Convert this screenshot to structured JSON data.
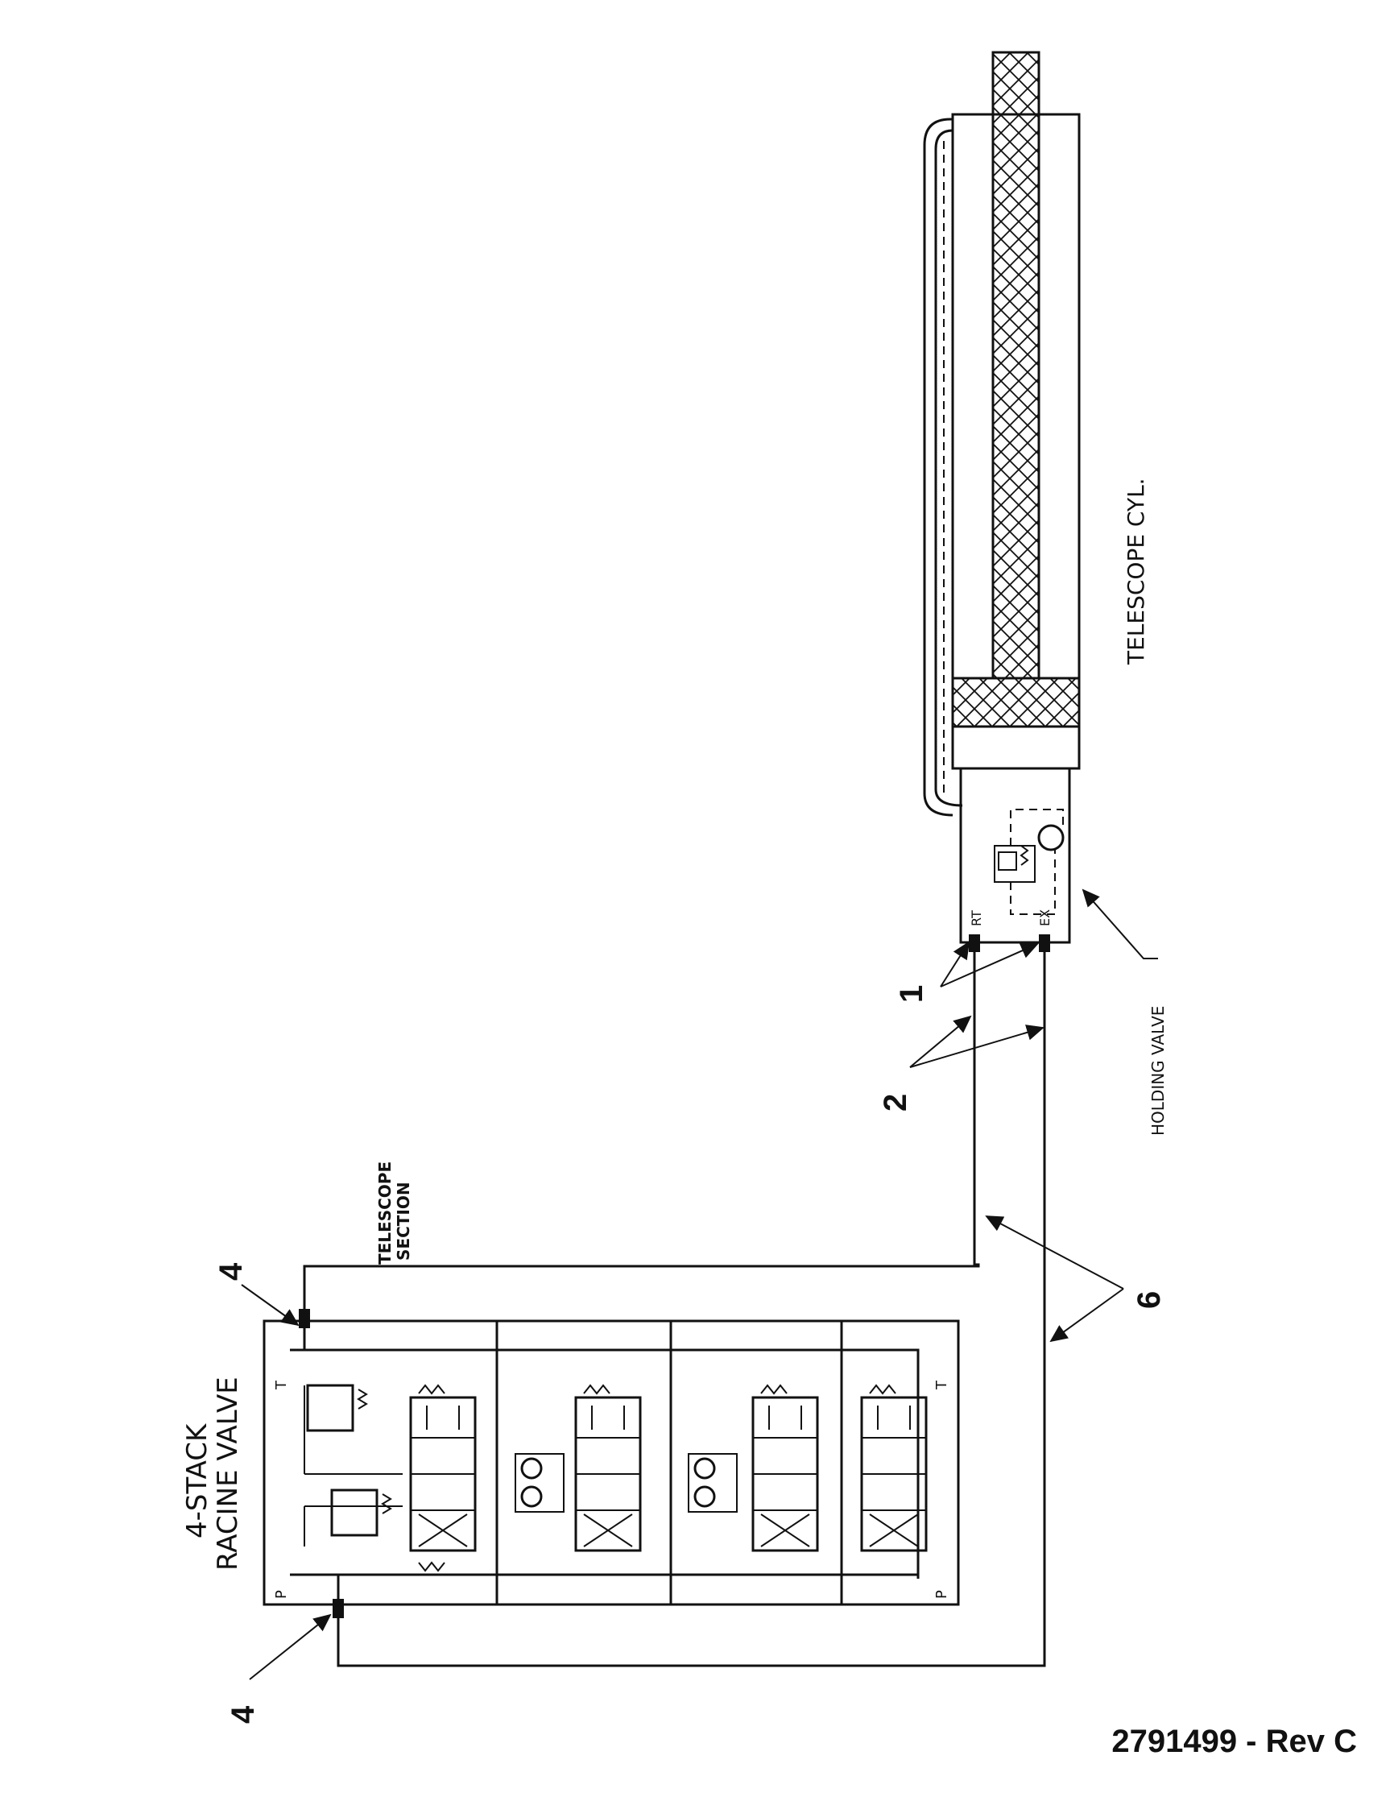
{
  "labels": {
    "valve_title_line1": "4-STACK",
    "valve_title_line2": "RACINE VALVE",
    "section_line1": "TELESCOPE",
    "section_line2": "SECTION",
    "cylinder": "TELESCOPE CYL.",
    "holding_valve": "HOLDING VALVE",
    "port_p": "P",
    "port_t": "T",
    "port_rt": "RT",
    "port_ex": "EX"
  },
  "callouts": {
    "c1": "1",
    "c2": "2",
    "c4_top": "4",
    "c4_bottom": "4",
    "c6": "6"
  },
  "document_number": "2791499 - Rev C"
}
